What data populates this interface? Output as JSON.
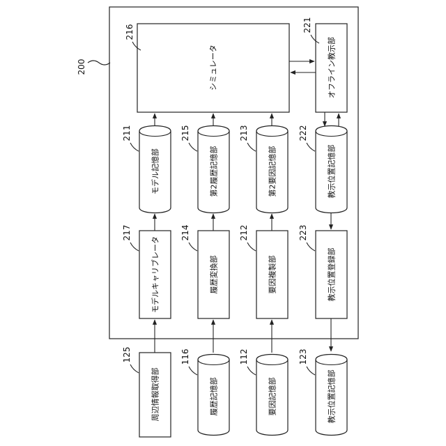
{
  "system": {
    "number": "200"
  },
  "components": {
    "simulator": {
      "number": "216",
      "label": "シミュレータ"
    },
    "offline_teaching": {
      "number": "221",
      "label": "オフライン教示部"
    },
    "model_storage": {
      "number": "211",
      "label": "モデル記憶部"
    },
    "second_history_storage": {
      "number": "215",
      "label": "第2履歴記憶部"
    },
    "second_factor_storage": {
      "number": "213",
      "label": "第2要因記憶部"
    },
    "teaching_position_storage_internal": {
      "number": "222",
      "label": "教示位置記憶部"
    },
    "model_calibrator": {
      "number": "217",
      "label": "モデルキャリブレータ"
    },
    "history_converter": {
      "number": "214",
      "label": "履歴変換部"
    },
    "factor_replicator": {
      "number": "212",
      "label": "要因複製部"
    },
    "teaching_position_register": {
      "number": "223",
      "label": "教示位置登録部"
    },
    "surroundings_info_acquirer": {
      "number": "125",
      "label": "周辺情報取得部"
    },
    "history_storage": {
      "number": "116",
      "label": "履歴記憶部"
    },
    "factor_storage": {
      "number": "112",
      "label": "要因記憶部"
    },
    "teaching_position_storage_external": {
      "number": "123",
      "label": "教示位置記憶部"
    }
  }
}
